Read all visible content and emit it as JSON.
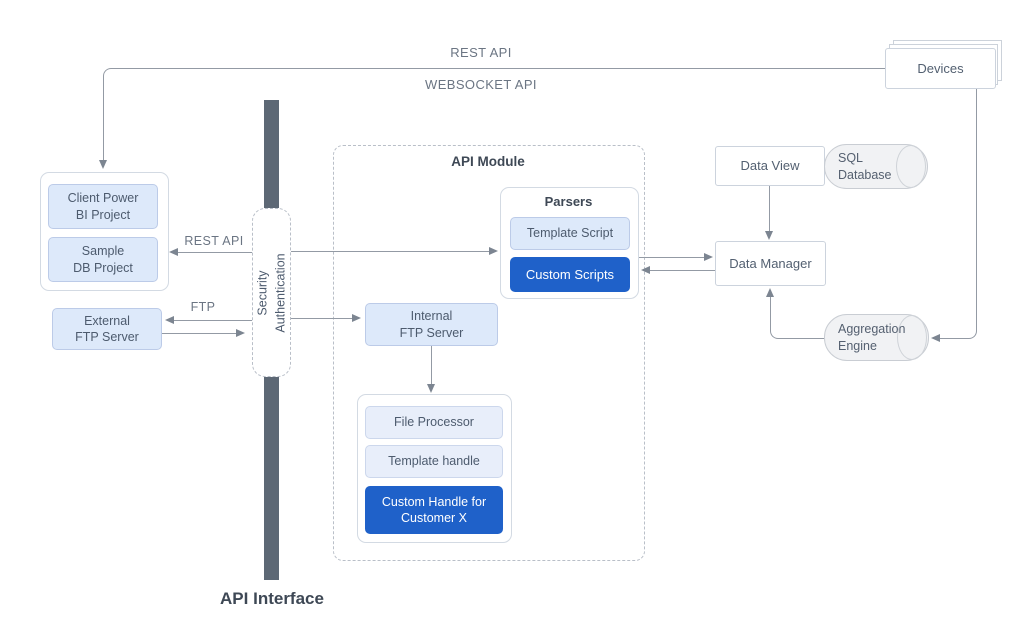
{
  "edge_labels": {
    "rest_api_top": "REST API",
    "websocket_api": "WEBSOCKET API",
    "rest_api_client": "REST API",
    "ftp": "FTP"
  },
  "titles": {
    "api_module": "API Module",
    "parsers": "Parsers",
    "security_gate": "Security\nAuthentication",
    "api_interface": "API Interface"
  },
  "nodes": {
    "devices": "Devices",
    "client_power_bi": "Client Power\nBI Project",
    "sample_db": "Sample\nDB Project",
    "external_ftp": "External\nFTP Server",
    "internal_ftp": "Internal\nFTP Server",
    "template_script": "Template Script",
    "custom_scripts": "Custom Scripts",
    "file_processor": "File Processor",
    "template_handle": "Template handle",
    "custom_handle": "Custom Handle for\nCustomer X",
    "data_view": "Data View",
    "sql_database": "SQL\nDatabase",
    "data_manager": "Data Manager",
    "aggregation_engine": "Aggregation\nEngine"
  },
  "colors": {
    "accent_blue": "#1f61c9",
    "light_blue_fill": "#dde9fa",
    "lighter_blue_fill": "#e8eefa",
    "security_bar": "#5d6875",
    "cylinder_fill": "#f1f2f4",
    "connector": "#939aa4"
  },
  "connections": [
    {
      "from": "Devices",
      "to": "Client Power BI Project",
      "labels": [
        "REST API",
        "WEBSOCKET API"
      ],
      "arrow": "into client container"
    },
    {
      "from": "Security Authentication",
      "to": "Client Power BI Project",
      "labels": [
        "REST API"
      ],
      "arrow": "left"
    },
    {
      "from": "Security Authentication",
      "to": "External FTP Server",
      "labels": [
        "FTP"
      ],
      "arrow": "left"
    },
    {
      "from": "External FTP Server",
      "to": "Security Authentication",
      "arrow": "right"
    },
    {
      "from": "Security Authentication",
      "to": "Internal FTP Server",
      "arrow": "right"
    },
    {
      "from": "Security Authentication",
      "to": "Parsers",
      "arrow": "right"
    },
    {
      "from": "Parsers / Custom Scripts",
      "to": "Data Manager",
      "arrow": "right"
    },
    {
      "from": "Data Manager",
      "to": "Parsers / Custom Scripts",
      "arrow": "left"
    },
    {
      "from": "Internal FTP Server",
      "to": "File Processor group",
      "arrow": "down"
    },
    {
      "from": "Data View",
      "to": "Data Manager",
      "arrow": "down"
    },
    {
      "from": "Aggregation Engine",
      "to": "Data Manager",
      "arrow": "up"
    },
    {
      "from": "Devices",
      "to": "Aggregation Engine",
      "arrow": "left"
    }
  ]
}
